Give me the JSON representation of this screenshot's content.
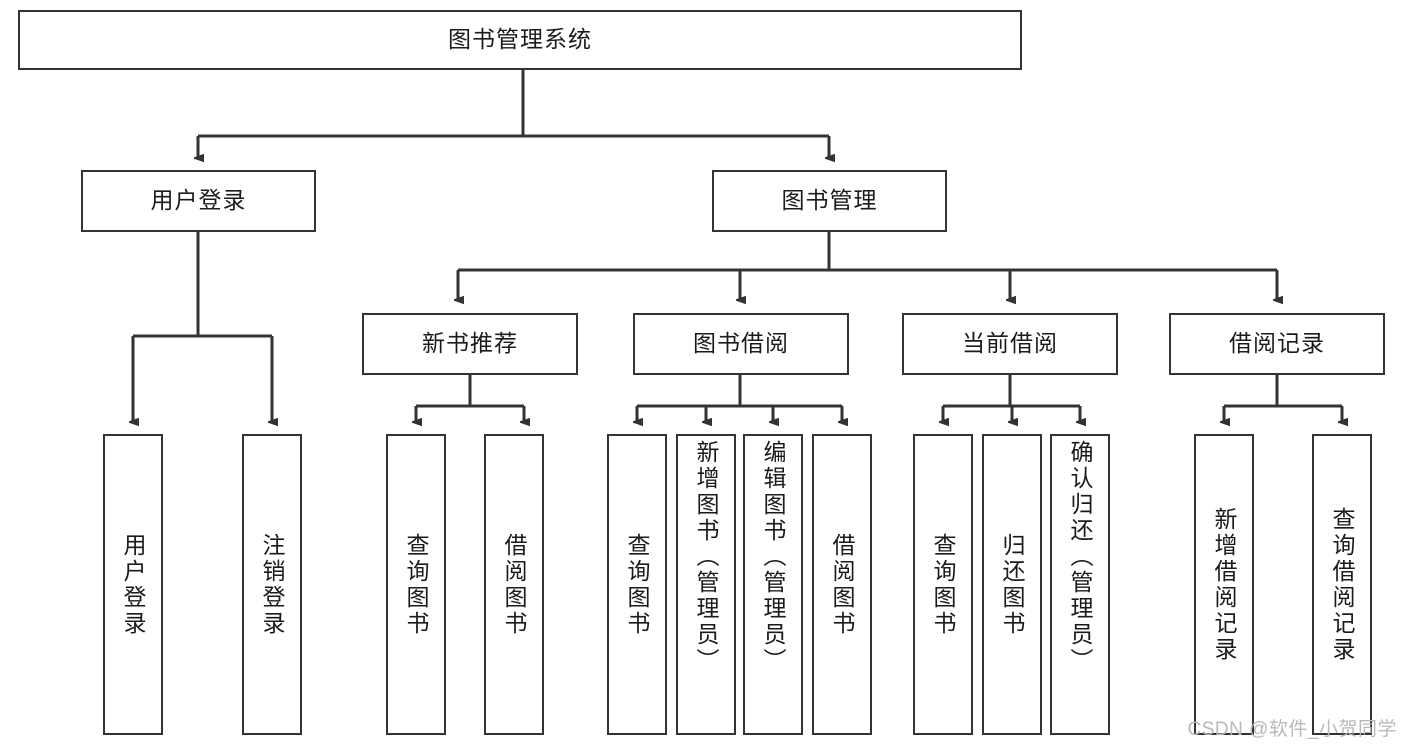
{
  "diagram": {
    "type": "tree-hierarchy-chart",
    "title": "图书管理系统",
    "line_color": "#333333",
    "box_fill": "#ffffff",
    "text_color": "#1b1b1b",
    "watermark": "CSDN @软件_小贺同学"
  },
  "nodes": {
    "root": {
      "label": "图书管理系统"
    },
    "level2": [
      {
        "label": "用户登录"
      },
      {
        "label": "图书管理"
      }
    ],
    "level3": [
      {
        "label": "新书推荐"
      },
      {
        "label": "图书借阅"
      },
      {
        "label": "当前借阅"
      },
      {
        "label": "借阅记录"
      }
    ],
    "leaves": {
      "user_login": [
        {
          "label": "用户登录"
        },
        {
          "label": "注销登录"
        }
      ],
      "new_book": [
        {
          "label": "查询图书"
        },
        {
          "label": "借阅图书"
        }
      ],
      "borrow_book": [
        {
          "label": "查询图书"
        },
        {
          "label": "新增图书（管理员）"
        },
        {
          "label": "编辑图书（管理员）"
        },
        {
          "label": "借阅图书"
        }
      ],
      "current_borrow": [
        {
          "label": "查询图书"
        },
        {
          "label": "归还图书"
        },
        {
          "label": "确认归还（管理员）"
        }
      ],
      "borrow_record": [
        {
          "label": "新增借阅记录"
        },
        {
          "label": "查询借阅记录"
        }
      ]
    }
  }
}
